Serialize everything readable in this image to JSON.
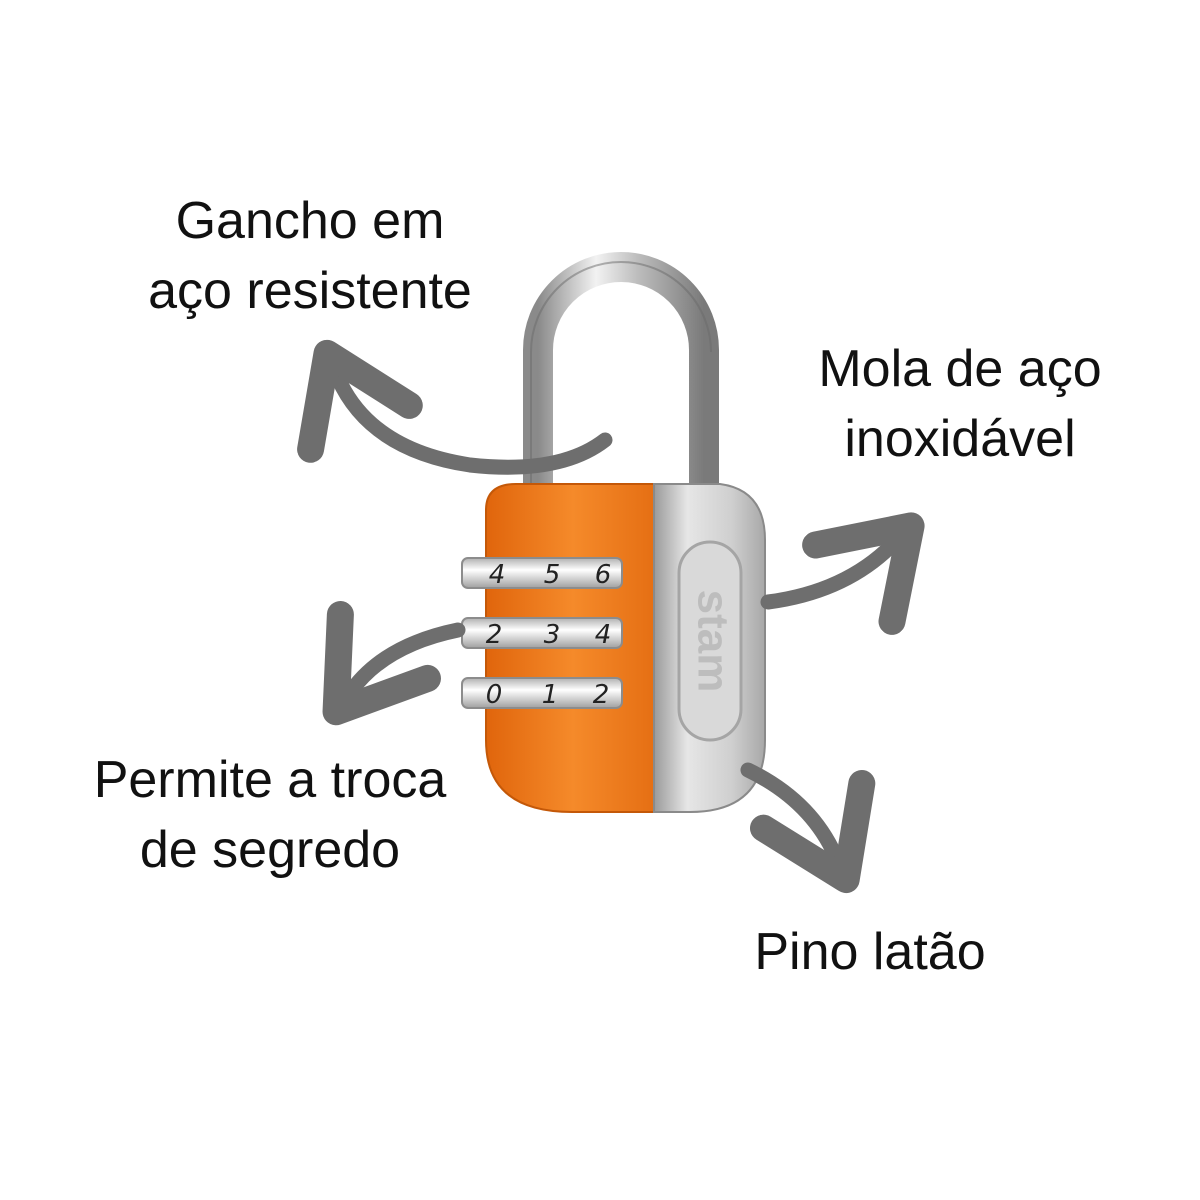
{
  "callouts": {
    "gancho": {
      "line1": "Gancho em",
      "line2": "aço resistente"
    },
    "mola": {
      "line1": "Mola de aço",
      "line2": "inoxidável"
    },
    "permite": {
      "line1": "Permite a troca",
      "line2": "de segredo"
    },
    "pino": {
      "line1": "Pino latão"
    }
  },
  "padlock": {
    "brand": "stam",
    "wheels": [
      [
        "4",
        "5",
        "6"
      ],
      [
        "2",
        "3",
        "4"
      ],
      [
        "0",
        "1",
        "2"
      ]
    ]
  },
  "colors": {
    "body_orange": "#f07a1a",
    "chrome": "#c8c8c8",
    "arrow_gray": "#6e6e6e",
    "text": "#111111"
  }
}
